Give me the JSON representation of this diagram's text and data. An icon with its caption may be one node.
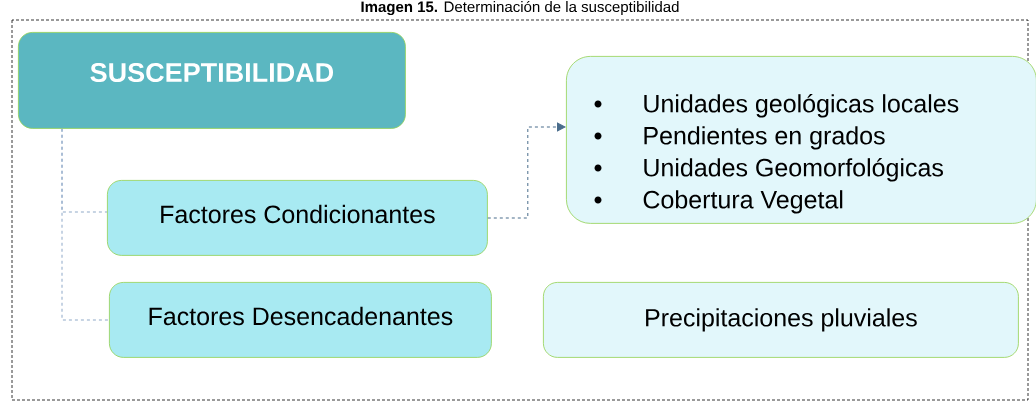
{
  "diagram": {
    "title": "**Imagen 15.** Determinación de la susceptibilidad",
    "nodes": [
      {
        "text": [
          "SUSCEPTIBILIDAD"
        ]
      },
      {
        "text": [
          "Factores Condicionantes"
        ]
      },
      {
        "text": [
          "Factores Desencadenantes"
        ]
      },
      {
        "text": [
          "Unidades geológicas locales",
          "Pendientes en grados",
          "Unidades Geomorfológicas",
          "Cobertura Vegetal"
        ]
      },
      {
        "text": [
          "Precipitaciones pluviales"
        ]
      }
    ],
    "edges": [
      {
        "from": 0,
        "to": 1,
        "arrow": "none",
        "style": "dashed"
      },
      {
        "from": 0,
        "to": 2,
        "arrow": "none",
        "style": "dashed"
      },
      {
        "from": 1,
        "to": 3,
        "arrow": "to",
        "style": "dashed",
        "color": "#4a6d8c"
      }
    ]
  }
}
